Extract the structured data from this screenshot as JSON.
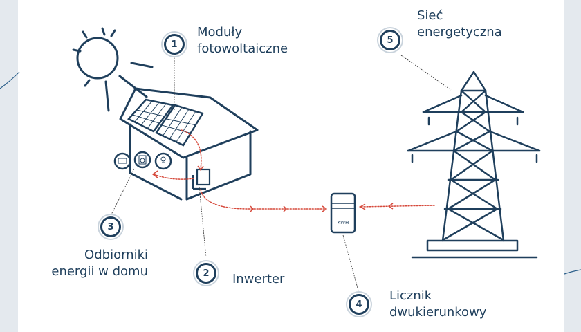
{
  "colors": {
    "line": "#1f3f5c",
    "flow": "#d64a3c",
    "background": "#e4e9ee",
    "card": "#ffffff"
  },
  "components": [
    {
      "number": "1",
      "label": "Moduły\nfotowoltaiczne"
    },
    {
      "number": "2",
      "label": "Inwerter"
    },
    {
      "number": "3",
      "label": "Odbiorniki\nenergii w domu"
    },
    {
      "number": "4",
      "label": "Licznik\ndwukierunkowy"
    },
    {
      "number": "5",
      "label": "Sieć\nenergetyczna"
    }
  ],
  "meter": {
    "display": "KWH"
  }
}
